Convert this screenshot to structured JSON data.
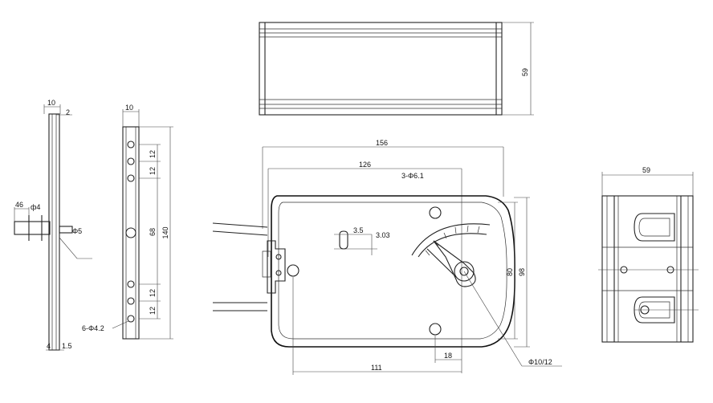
{
  "dimensions": {
    "top_height": "59",
    "side_width_a": "10",
    "side_gap_a": "2",
    "side_d1": "46",
    "side_d2": "ф4",
    "side_d3": "Φ5",
    "side_d4": "4",
    "side_d5": "1.5",
    "bracket_width": "10",
    "bracket_h1": "12",
    "bracket_h2": "12",
    "bracket_center": "68",
    "bracket_total": "140",
    "bracket_h3": "12",
    "bracket_h4": "12",
    "bracket_holes": "6-Φ4.2",
    "main_width": "156",
    "main_inner": "126",
    "main_holes": "3-Φ6.1",
    "slot_a": "3.5",
    "slot_b": "3.03",
    "main_h1": "80",
    "main_h2": "98",
    "main_18": "18",
    "main_111": "111",
    "main_shaft": "Φ10/12",
    "right_width": "59"
  }
}
